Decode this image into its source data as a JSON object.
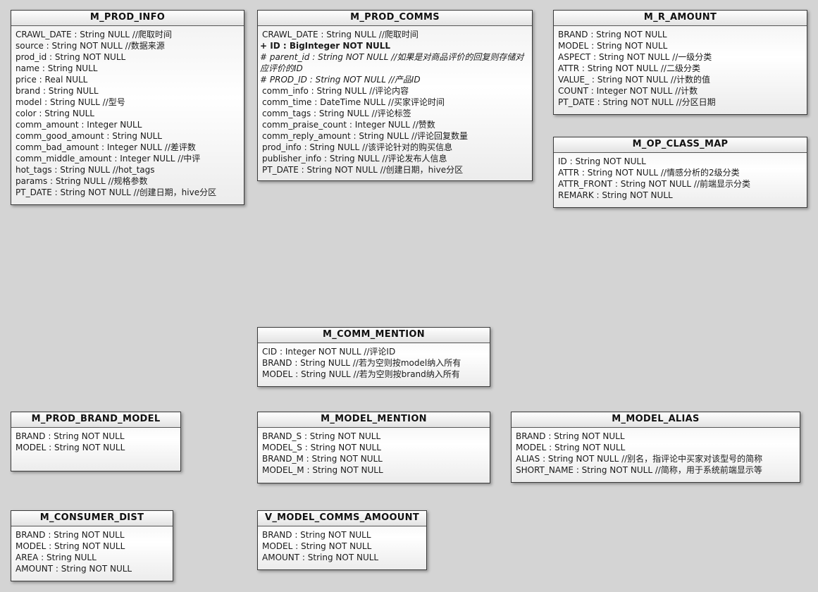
{
  "entities": [
    {
      "name": "M_PROD_INFO",
      "attributes": [
        {
          "text": "CRAWL_DATE : String NULL  //爬取时间",
          "kind": "normal"
        },
        {
          "text": "source : String NOT NULL  //数据来源",
          "kind": "normal"
        },
        {
          "text": "prod_id : String NOT NULL",
          "kind": "normal"
        },
        {
          "text": "name : String NULL",
          "kind": "normal"
        },
        {
          "text": "price : Real NULL",
          "kind": "normal"
        },
        {
          "text": "brand : String NULL",
          "kind": "normal"
        },
        {
          "text": "model : String NULL  //型号",
          "kind": "normal"
        },
        {
          "text": "color : String NULL",
          "kind": "normal"
        },
        {
          "text": "comm_amount : Integer NULL",
          "kind": "normal"
        },
        {
          "text": "comm_good_amount : String NULL",
          "kind": "normal"
        },
        {
          "text": "comm_bad_amount : Integer NULL  //差评数",
          "kind": "normal"
        },
        {
          "text": "comm_middle_amount : Integer NULL  //中评",
          "kind": "normal"
        },
        {
          "text": "hot_tags : String NULL  //hot_tags",
          "kind": "normal"
        },
        {
          "text": "params : String NULL  //规格参数",
          "kind": "normal"
        },
        {
          "text": "PT_DATE : String NOT NULL  //创建日期，hive分区",
          "kind": "normal"
        }
      ]
    },
    {
      "name": "M_PROD_COMMS",
      "attributes": [
        {
          "text": "CRAWL_DATE : String NULL  //爬取时间",
          "kind": "normal"
        },
        {
          "text": "+ ID : BigInteger NOT NULL",
          "kind": "pk"
        },
        {
          "text": "# parent_id : String NOT NULL  //如果是对商品评价的回复则存储对应评价的ID",
          "kind": "fk"
        },
        {
          "text": "# PROD_ID : String NOT NULL  //产品ID",
          "kind": "fk"
        },
        {
          "text": "comm_info : String NULL  //评论内容",
          "kind": "normal"
        },
        {
          "text": "comm_time : DateTime NULL  //买家评论时间",
          "kind": "normal"
        },
        {
          "text": "comm_tags : String NULL  //评论标签",
          "kind": "normal"
        },
        {
          "text": "comm_praise_count : Integer NULL  //赞数",
          "kind": "normal"
        },
        {
          "text": "comm_reply_amount : String NULL  //评论回复数量",
          "kind": "normal"
        },
        {
          "text": "prod_info : String NULL  //该评论针对的购买信息",
          "kind": "normal"
        },
        {
          "text": "publisher_info : String NULL  //评论发布人信息",
          "kind": "normal"
        },
        {
          "text": "PT_DATE : String NOT NULL  //创建日期，hive分区",
          "kind": "normal"
        }
      ]
    },
    {
      "name": "M_R_AMOUNT",
      "attributes": [
        {
          "text": "BRAND : String NOT NULL",
          "kind": "normal"
        },
        {
          "text": "MODEL : String NOT NULL",
          "kind": "normal"
        },
        {
          "text": "ASPECT : String NOT NULL  //一级分类",
          "kind": "normal"
        },
        {
          "text": "ATTR : String NOT NULL  //二级分类",
          "kind": "normal"
        },
        {
          "text": "VALUE_ : String NOT NULL  //计数的值",
          "kind": "normal"
        },
        {
          "text": "COUNT : Integer NOT NULL  //计数",
          "kind": "normal"
        },
        {
          "text": "PT_DATE : String NOT NULL  //分区日期",
          "kind": "normal"
        }
      ]
    },
    {
      "name": "M_OP_CLASS_MAP",
      "attributes": [
        {
          "text": "ID : String NOT NULL",
          "kind": "normal"
        },
        {
          "text": "ATTR : String NOT NULL  //情感分析的2级分类",
          "kind": "normal"
        },
        {
          "text": "ATTR_FRONT : String NOT NULL  //前端显示分类",
          "kind": "normal"
        },
        {
          "text": "REMARK : String NOT NULL",
          "kind": "normal"
        }
      ]
    },
    {
      "name": "M_COMM_MENTION",
      "attributes": [
        {
          "text": "CID : Integer NOT NULL  //评论ID",
          "kind": "normal"
        },
        {
          "text": "BRAND : String NULL  //若为空则按model纳入所有",
          "kind": "normal"
        },
        {
          "text": "MODEL : String NULL  //若为空则按brand纳入所有",
          "kind": "normal"
        }
      ]
    },
    {
      "name": "M_PROD_BRAND_MODEL",
      "attributes": [
        {
          "text": "BRAND : String NOT NULL",
          "kind": "normal"
        },
        {
          "text": "MODEL : String NOT NULL",
          "kind": "normal"
        }
      ]
    },
    {
      "name": "M_MODEL_MENTION",
      "attributes": [
        {
          "text": "BRAND_S : String NOT NULL",
          "kind": "normal"
        },
        {
          "text": "MODEL_S : String NOT NULL",
          "kind": "normal"
        },
        {
          "text": "BRAND_M : String NOT NULL",
          "kind": "normal"
        },
        {
          "text": "MODEL_M : String NOT NULL",
          "kind": "normal"
        }
      ]
    },
    {
      "name": "M_MODEL_ALIAS",
      "attributes": [
        {
          "text": "BRAND : String NOT NULL",
          "kind": "normal"
        },
        {
          "text": "MODEL : String NOT NULL",
          "kind": "normal"
        },
        {
          "text": "ALIAS : String NOT NULL  //别名，指评论中买家对该型号的简称",
          "kind": "normal"
        },
        {
          "text": "SHORT_NAME : String NOT NULL  //简称，用于系统前端显示等",
          "kind": "normal"
        }
      ]
    },
    {
      "name": "M_CONSUMER_DIST",
      "attributes": [
        {
          "text": "BRAND : String NOT NULL",
          "kind": "normal"
        },
        {
          "text": "MODEL : String NOT NULL",
          "kind": "normal"
        },
        {
          "text": "AREA : String NULL",
          "kind": "normal"
        },
        {
          "text": "AMOUNT : String NOT NULL",
          "kind": "normal"
        }
      ]
    },
    {
      "name": "V_MODEL_COMMS_AMOOUNT",
      "attributes": [
        {
          "text": "BRAND : String NOT NULL",
          "kind": "normal"
        },
        {
          "text": "MODEL : String NOT NULL",
          "kind": "normal"
        },
        {
          "text": "AMOUNT : String NOT NULL",
          "kind": "normal"
        }
      ]
    }
  ]
}
